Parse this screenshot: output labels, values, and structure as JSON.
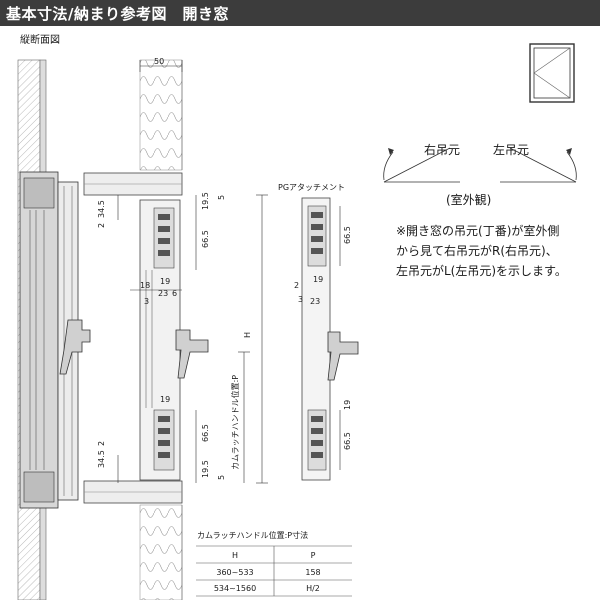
{
  "header": {
    "title": "基本寸法/納まり参考図　開き窓"
  },
  "subtitle": "縦断面図",
  "attachment_label": "PGアタッチメント",
  "hinge": {
    "right_label": "右吊元",
    "left_label": "左吊元",
    "view_label": "(室外観)"
  },
  "note": {
    "lines": [
      "※開き窓の吊元(丁番)が室外側",
      "から見て右吊元がR(右吊元)、",
      "左吊元がL(左吊元)を示します。"
    ]
  },
  "dimensions": {
    "top_width": "50",
    "d1": "34.5",
    "d2": "2",
    "d3": "19.5",
    "d4": "5",
    "d5": "66.5",
    "d6": "19",
    "d7": "18",
    "d8": "3",
    "d9": "23",
    "d10": "6",
    "height": "H",
    "handle_label": "カムラッチハンドル位置:P"
  },
  "attachment_dims": {
    "a1": "66.5",
    "a2": "19",
    "a3": "2",
    "a4": "3",
    "a5": "23",
    "a6": "19",
    "a7": "66.5"
  },
  "table": {
    "title": "カムラッチハンドル位置:P寸法",
    "headers": [
      "H",
      "P"
    ],
    "rows": [
      [
        "360~533",
        "158"
      ],
      [
        "534~1560",
        "H/2"
      ]
    ]
  },
  "colors": {
    "header_bg": "#3c3c3c",
    "wall_fill": "#e6e6e6",
    "frame_fill": "#d9d9d9",
    "line": "#333333"
  }
}
